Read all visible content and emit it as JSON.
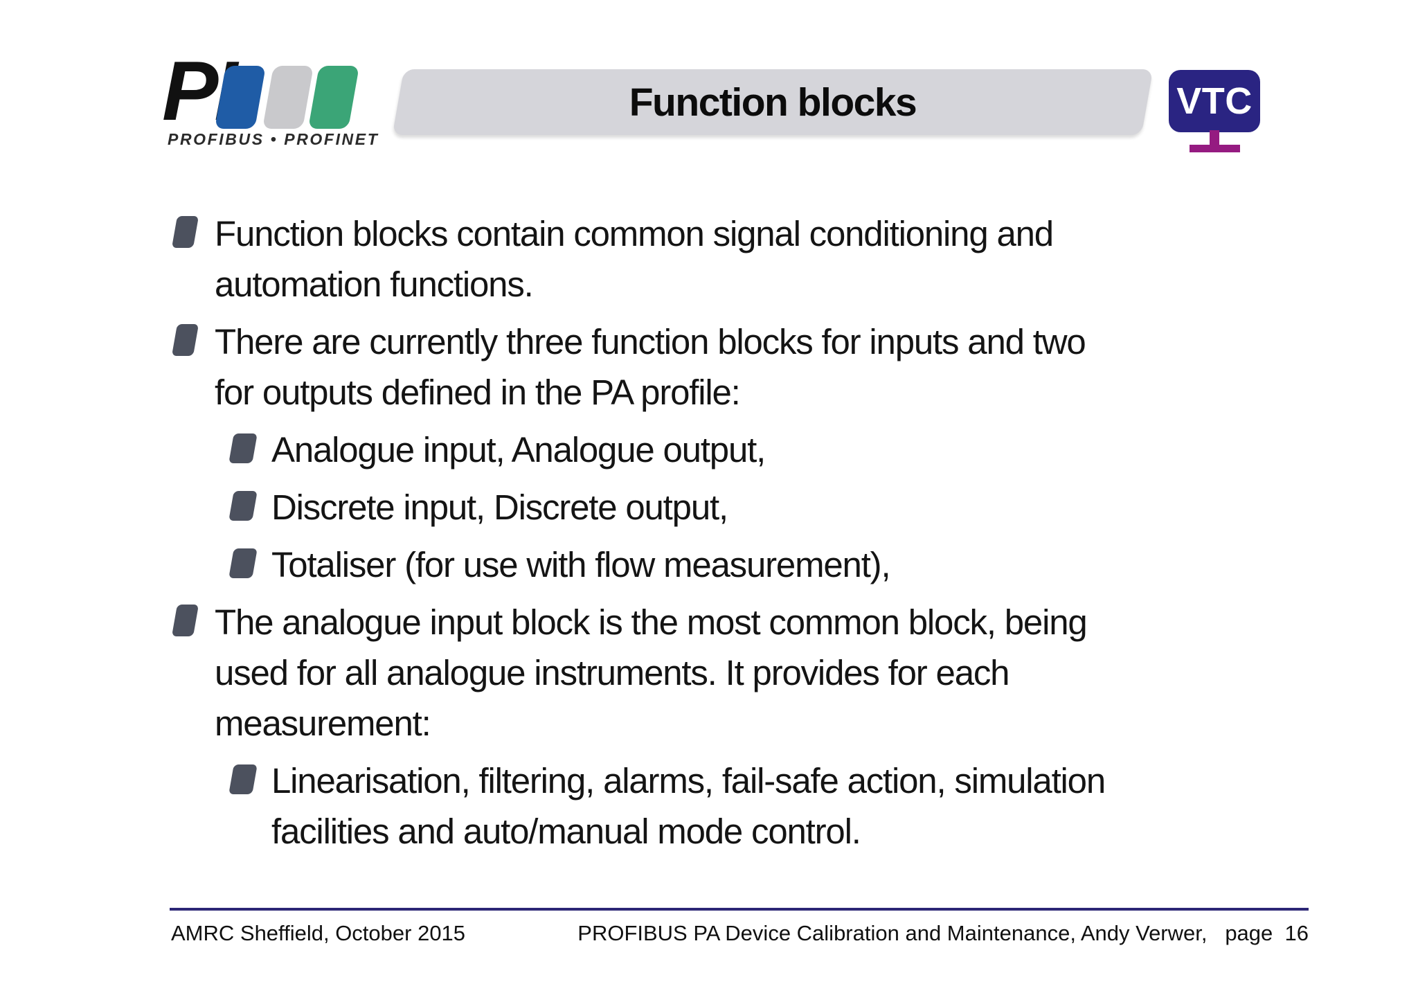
{
  "slide": {
    "header": {
      "pi_logo": {
        "text": "PI",
        "subtitle": "PROFIBUS • PROFINET",
        "block_colors": [
          "#1F5CA6",
          "#C9C9CC",
          "#3BA577"
        ]
      },
      "title": "Function blocks",
      "vtc_logo": {
        "text": "VTC",
        "screen_color": "#2A2482",
        "stand_color": "#951B81"
      }
    },
    "bullets": [
      {
        "level": 1,
        "text": "Function blocks contain common signal conditioning and\nautomation functions."
      },
      {
        "level": 1,
        "text": "There are currently three function blocks for inputs and two\nfor outputs defined in the PA profile:"
      },
      {
        "level": 2,
        "text": "Analogue input, Analogue output,"
      },
      {
        "level": 2,
        "text": "Discrete input, Discrete output,"
      },
      {
        "level": 2,
        "text": "Totaliser (for use with flow measurement),"
      },
      {
        "level": 1,
        "text": "The analogue input block is the most common block, being\nused for all analogue instruments. It provides for each\nmeasurement:"
      },
      {
        "level": 2,
        "text": "Linearisation, filtering, alarms, fail-safe action, simulation\nfacilities and auto/manual mode control."
      }
    ],
    "footer": {
      "left": "AMRC Sheffield, October 2015",
      "right": "PROFIBUS PA Device Calibration and Maintenance, Andy Verwer,   page  16",
      "rule_color": "#2C2676"
    }
  }
}
